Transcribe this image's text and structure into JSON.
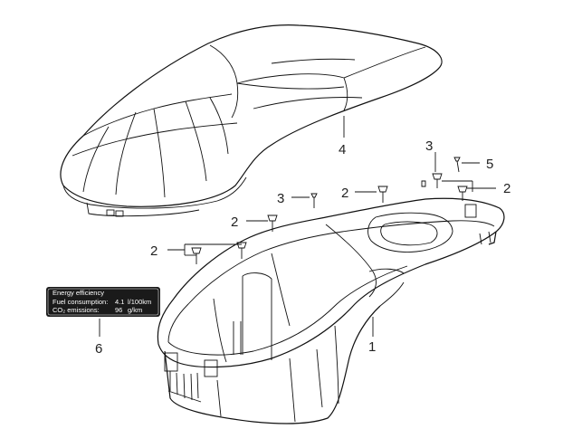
{
  "callouts": {
    "c1": "1",
    "c2a": "2",
    "c2b": "2",
    "c2c": "2",
    "c2d": "2",
    "c3a": "3",
    "c3b": "3",
    "c4": "4",
    "c5": "5",
    "c6": "6"
  },
  "label": {
    "title": "Energy efficiency",
    "row1_name": "Fuel consumption:",
    "row1_value": "4.1",
    "row1_unit": "l/100km",
    "row2_name": "CO₂ emissions:",
    "row2_value": "96",
    "row2_unit": "g/km"
  },
  "colors": {
    "line": "#111111",
    "label_bg": "#1a1a1a",
    "background": "#ffffff"
  }
}
